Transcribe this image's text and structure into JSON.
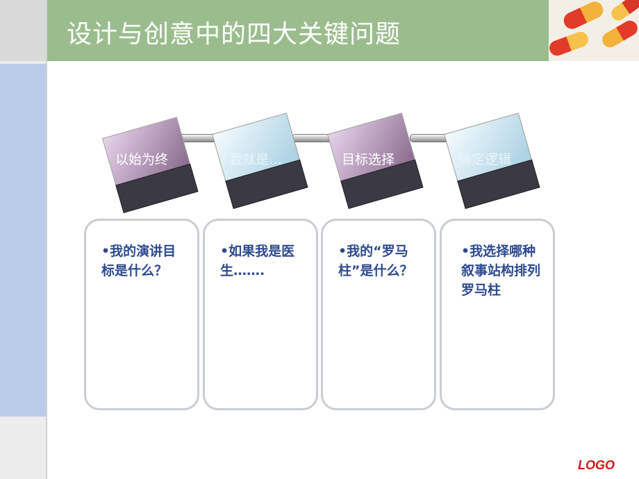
{
  "title": "设计与创意中的四大关键问题",
  "steps": [
    {
      "label": "以始为终",
      "text": "•我的演讲目标是什么？"
    },
    {
      "label": "我就是…",
      "text": "•如果我是医生……."
    },
    {
      "label": "目标选择",
      "text": "•我的“罗马柱”是什么？"
    },
    {
      "label": "确定逻辑",
      "text": "•我选择哪种叙事站构排列罗马柱"
    }
  ],
  "logo": "LOGO"
}
